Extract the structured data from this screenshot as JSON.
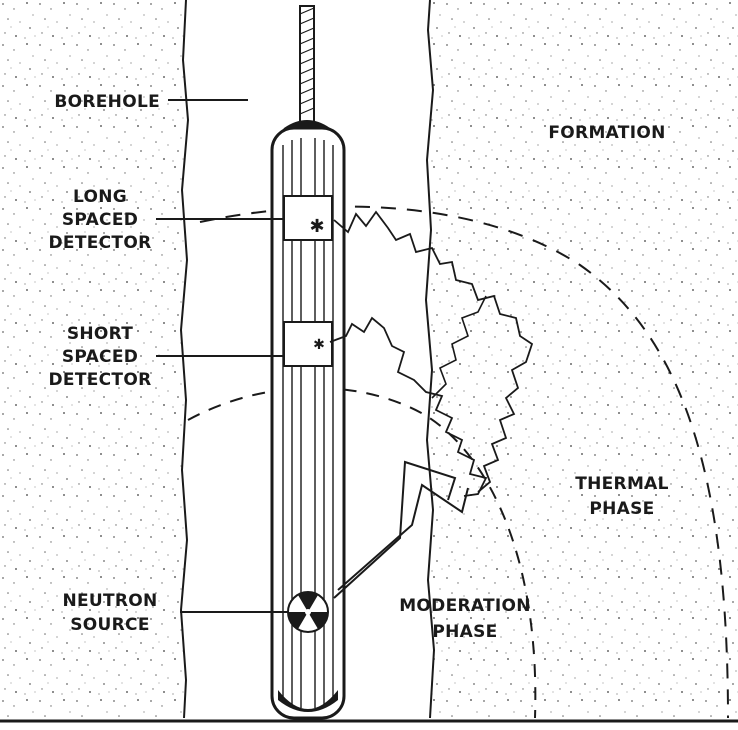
{
  "labels": {
    "borehole": "BOREHOLE",
    "formation": "FORMATION",
    "long_spaced": [
      "LONG",
      "SPACED",
      "DETECTOR"
    ],
    "short_spaced": [
      "SHORT",
      "SPACED",
      "DETECTOR"
    ],
    "neutron_source": [
      "NEUTRON",
      "SOURCE"
    ],
    "thermal_phase": [
      "THERMAL",
      "PHASE"
    ],
    "moderation_phase": [
      "MODERATION",
      "PHASE"
    ]
  },
  "colors": {
    "ink": "#1a1a1a",
    "background": "#ffffff",
    "formation_dots": "#6a6a6a"
  }
}
